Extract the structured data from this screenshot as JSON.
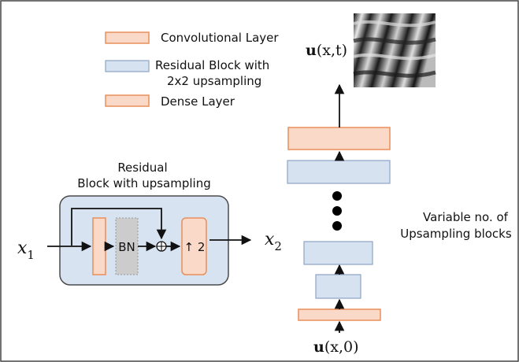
{
  "legend": {
    "conv_label": "Convolutional Layer",
    "resblock_label_line1": "Residual Block with",
    "resblock_label_line2": "2x2 upsampling",
    "dense_label": "Dense Layer"
  },
  "block": {
    "title_line1": "Residual",
    "title_line2": "Block with upsampling",
    "bn_label": "BN",
    "upsample_label": "↑ 2",
    "plus_symbol": "+"
  },
  "io": {
    "input_var": "x",
    "input_sub": "1",
    "output_var": "x",
    "output_sub": "2",
    "top_output_bold": "u",
    "top_output_args": "(x,t)",
    "bottom_input_bold": "u",
    "bottom_input_args": "(x,0)"
  },
  "stack": {
    "variable_label_line1": "Variable no. of",
    "variable_label_line2": "Upsampling blocks"
  },
  "colors": {
    "conv_fill": "#fbd9c9",
    "conv_stroke": "#e88f5a",
    "res_fill": "#d6e2f0",
    "res_stroke": "#8ea3c4",
    "block_bg": "#d7e3f1",
    "bn_fill": "#cccccc",
    "arrow": "#111111",
    "border": "#444444"
  }
}
